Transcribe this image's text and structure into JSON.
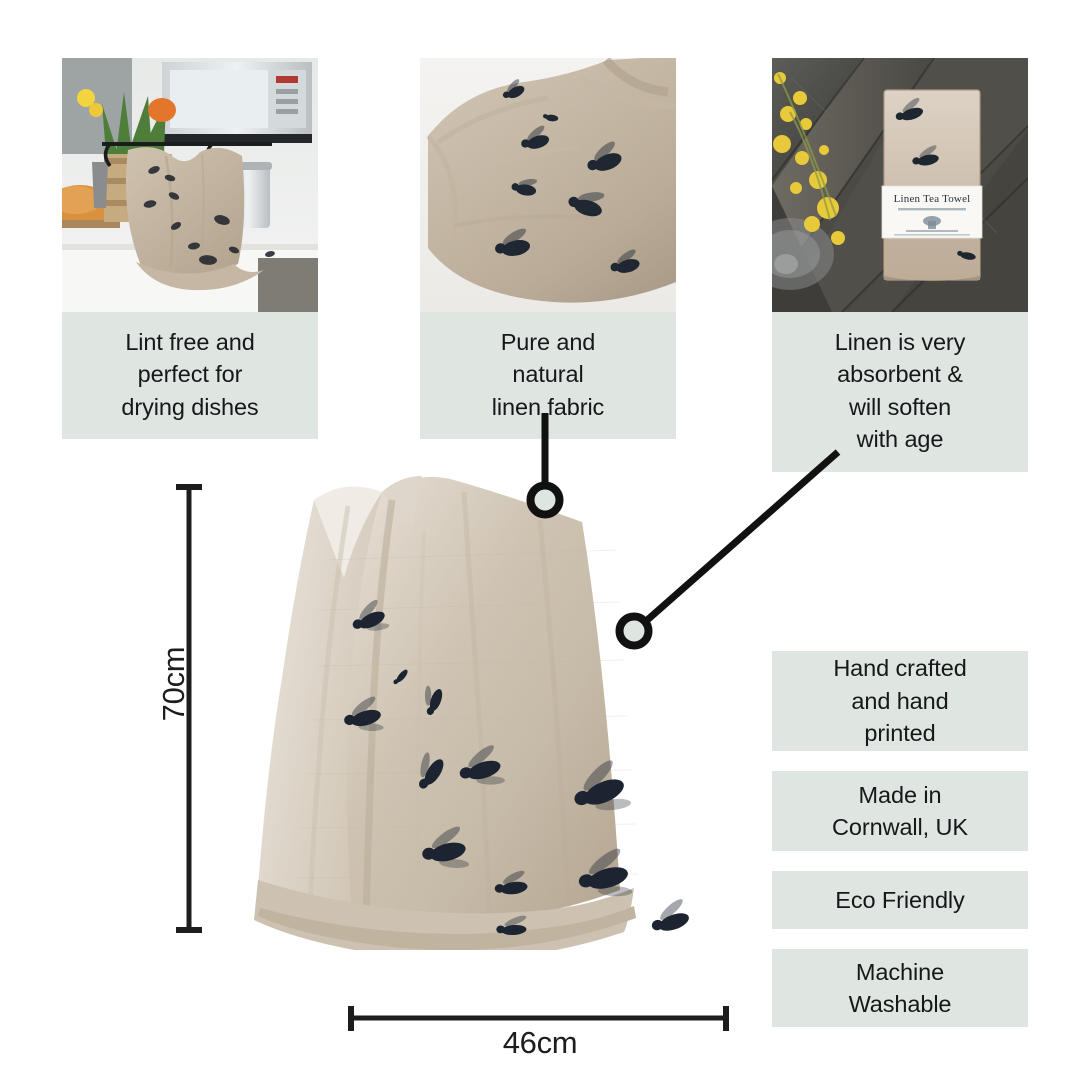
{
  "page": {
    "title": "Linen Tea Towel product infographic",
    "background_color": "#ffffff",
    "badge_color": "#dfe5e1",
    "text_color": "#16181a",
    "line_color": "#1d1d1d"
  },
  "feature_cards": [
    {
      "id": "lint-free",
      "caption": "Lint free and\nperfect for\ndrying dishes",
      "photo_alt": "Bee-print linen tea towel draped over a kitchen counter with daffodils and bread"
    },
    {
      "id": "pure-linen",
      "caption": "Pure and\nnatural\nlinen fabric",
      "photo_alt": "Close-up of folded natural linen fabric printed with bees"
    },
    {
      "id": "absorbent",
      "caption": "Linen is very\nabsorbent &\nwill soften\nwith age",
      "photo_alt": "Folded tea towel with paper band label on rustic weathered wood with mimosa flowers",
      "label_text": "Linen Tea Towel"
    }
  ],
  "feature_badges": [
    {
      "id": "hand-crafted",
      "label": "Hand crafted\nand hand\nprinted"
    },
    {
      "id": "made-in-cornwall",
      "label": "Made in\nCornwall, UK"
    },
    {
      "id": "eco-friendly",
      "label": "Eco Friendly"
    },
    {
      "id": "machine-washable",
      "label": "Machine\nWashable"
    }
  ],
  "dimensions": {
    "height": "70cm",
    "width": "46cm"
  },
  "hero": {
    "alt": "Natural linen tea towel with hand-printed bees, draped and hanging"
  }
}
